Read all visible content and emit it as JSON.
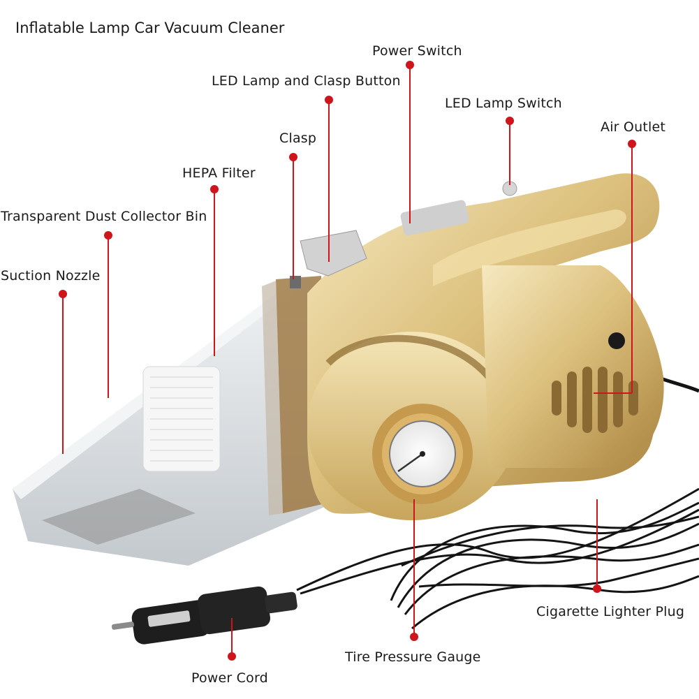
{
  "title": "Inflatable Lamp Car Vacuum Cleaner",
  "labels": {
    "power_switch": "Power Switch",
    "led_lamp_clasp_button": "LED Lamp and Clasp Button",
    "led_lamp_switch": "LED Lamp Switch",
    "air_outlet": "Air Outlet",
    "clasp": "Clasp",
    "hepa_filter": "HEPA Filter",
    "dust_bin": "Transparent Dust Collector Bin",
    "suction_nozzle": "Suction Nozzle",
    "cigarette_lighter_plug": "Cigarette Lighter Plug",
    "tire_pressure_gauge": "Tire Pressure Gauge",
    "power_cord": "Power Cord"
  },
  "colors": {
    "callout": "#d0141c",
    "gold_light": "#f3e3b2",
    "gold_mid": "#d9bb72",
    "gold_dark": "#a98440",
    "bin": "#dadfe3",
    "cable": "#141414"
  }
}
